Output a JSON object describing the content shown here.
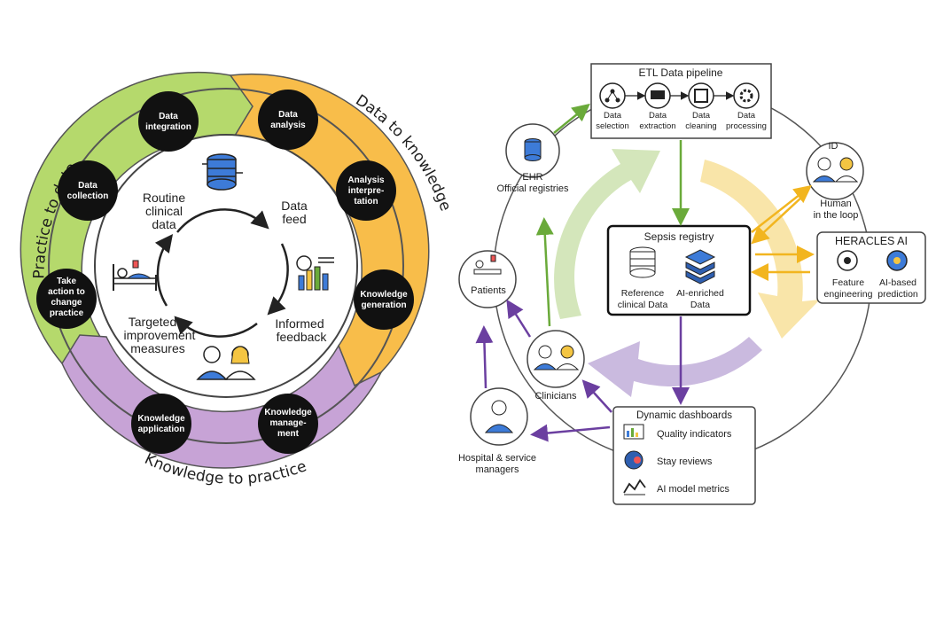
{
  "left": {
    "arc_labels": {
      "practice_to_data": "Practice to data",
      "data_to_knowledge": "Data to knowledge",
      "knowledge_to_practice": "Knowledge to practice"
    },
    "steps": {
      "data_integration": [
        "Data",
        "integration"
      ],
      "data_collection": [
        "Data",
        "collection"
      ],
      "take_action": [
        "Take",
        "action to",
        "change",
        "practice"
      ],
      "data_analysis": [
        "Data",
        "analysis"
      ],
      "analysis_interpretation": [
        "Analysis",
        "interpre-",
        "tation"
      ],
      "knowledge_generation": [
        "Knowledge",
        "generation"
      ],
      "knowledge_application": [
        "Knowledge",
        "application"
      ],
      "knowledge_management": [
        "Knowledge",
        "manage-",
        "ment"
      ]
    },
    "inner": {
      "routine_clinical_data": [
        "Routine",
        "clinical",
        "data"
      ],
      "data_feed": [
        "Data",
        "feed"
      ],
      "informed_feedback": [
        "Informed",
        "feedback"
      ],
      "targeted_measures": [
        "Targeted",
        "improvement",
        "measures"
      ]
    },
    "icons": [
      "database-icon",
      "bar-chart-icon",
      "clinicians-icon",
      "patient-bed-icon"
    ]
  },
  "right": {
    "etl": {
      "title": "ETL Data pipeline",
      "steps": [
        [
          "Data",
          "selection"
        ],
        [
          "Data",
          "extraction"
        ],
        [
          "Data",
          "cleaning"
        ],
        [
          "Data",
          "processing"
        ]
      ]
    },
    "ehr": [
      "EHR",
      "Official registries"
    ],
    "patients": "Patients",
    "id_node": [
      "ID",
      "Human",
      "in the loop"
    ],
    "heracles": {
      "title": "HERACLES AI",
      "items": [
        [
          "Feature",
          "engineering"
        ],
        [
          "AI-based",
          "prediction"
        ]
      ]
    },
    "registry": {
      "title": "Sepsis registry",
      "items": [
        [
          "Reference",
          "clinical Data"
        ],
        [
          "AI-enriched",
          "Data"
        ]
      ]
    },
    "clinicians": "Clinicians",
    "managers": [
      "Hospital & service",
      "managers"
    ],
    "dashboards": {
      "title": "Dynamic dashboards",
      "items": [
        "Quality indicators",
        "Stay reviews",
        "AI model metrics"
      ]
    }
  },
  "colors": {
    "green": "#b5d96c",
    "orange": "#f8bd4a",
    "purple": "#c7a3d6",
    "black_node": "#111111",
    "arrow_green": "#6aaa3a",
    "arrow_yellow": "#f2b51f",
    "arrow_purple": "#6b3fa0",
    "light_green_band": "#cfe3b4",
    "light_yellow_band": "#f8e2a0",
    "light_purple_band": "#c4b2dc"
  }
}
